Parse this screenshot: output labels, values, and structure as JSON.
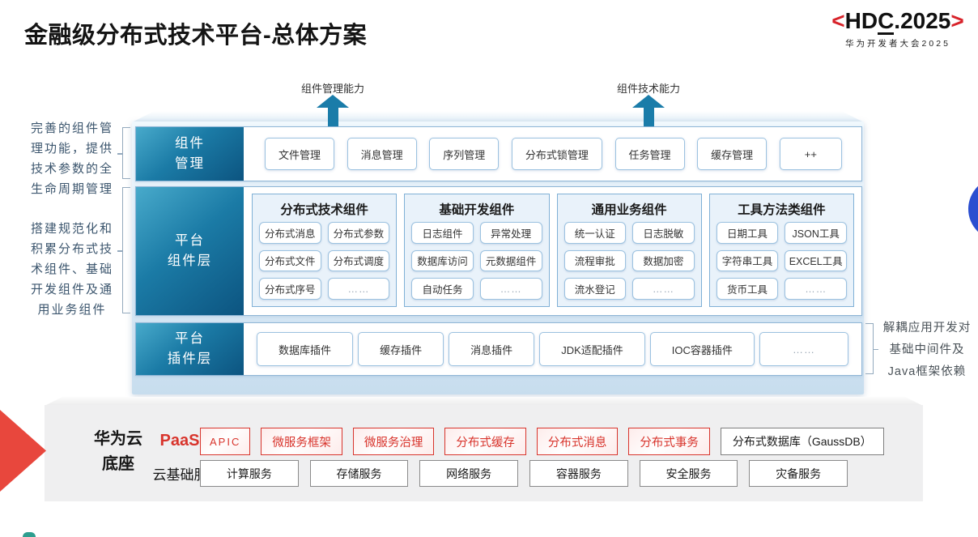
{
  "title": "金融级分布式技术平台-总体方案",
  "logo": {
    "bracket_left": "<",
    "hd": "HD",
    "c": "C",
    "rest": ".2025",
    "bracket_right": ">",
    "subtitle": "华为开发者大会2025"
  },
  "capability_arrows": {
    "left": "组件管理能力",
    "right": "组件技术能力"
  },
  "annotations": {
    "left_top_lines": [
      "完善的组件管",
      "理功能，提供",
      "技术参数的全",
      "生命周期管理"
    ],
    "left_bottom_lines": [
      "搭建规范化和",
      "积累分布式技",
      "术组件、基础",
      "开发组件及通",
      "用业务组件"
    ],
    "right_lines": [
      "解耦应用开发对",
      "基础中间件及",
      "Java框架依赖"
    ]
  },
  "layers": {
    "component_mgmt": {
      "label_lines": [
        "组件",
        "管理"
      ],
      "items": [
        "文件管理",
        "消息管理",
        "序列管理",
        "分布式锁管理",
        "任务管理",
        "缓存管理",
        "++"
      ]
    },
    "platform_components": {
      "label_lines": [
        "平台",
        "组件层"
      ],
      "groups": [
        {
          "title": "分布式技术组件",
          "items": [
            "分布式消息",
            "分布式参数",
            "分布式文件",
            "分布式调度",
            "分布式序号",
            "……"
          ]
        },
        {
          "title": "基础开发组件",
          "items": [
            "日志组件",
            "异常处理",
            "数据库访问",
            "元数据组件",
            "自动任务",
            "……"
          ]
        },
        {
          "title": "通用业务组件",
          "items": [
            "统一认证",
            "日志脱敏",
            "流程审批",
            "数据加密",
            "流水登记",
            "……"
          ]
        },
        {
          "title": "工具方法类组件",
          "items": [
            "日期工具",
            "JSON工具",
            "字符串工具",
            "EXCEL工具",
            "货币工具",
            "……"
          ]
        }
      ]
    },
    "platform_plugins": {
      "label_lines": [
        "平台",
        "插件层"
      ],
      "items": [
        "数据库插件",
        "缓存插件",
        "消息插件",
        "JDK适配插件",
        "IOC容器插件",
        "……"
      ]
    }
  },
  "foundation": {
    "label_lines": [
      "华为云",
      "底座"
    ],
    "paas_label": "PaaS",
    "paas_items": [
      "APIC",
      "微服务框架",
      "微服务治理",
      "分布式缓存",
      "分布式消息",
      "分布式事务"
    ],
    "paas_db_item": "分布式数据库（GaussDB）",
    "cloud_label": "云基础服务",
    "cloud_items": [
      "计算服务",
      "存储服务",
      "网络服务",
      "容器服务",
      "安全服务",
      "灾备服务"
    ]
  },
  "colors": {
    "teal_dark": "#0c5480",
    "teal_light": "#48aacb",
    "arrow_teal": "#1a7ca9",
    "brand_red": "#d8342c",
    "foundation_gray": "#efeff0",
    "circle_blue": "#2a4ed0",
    "container_blue": "#dcebf7"
  }
}
